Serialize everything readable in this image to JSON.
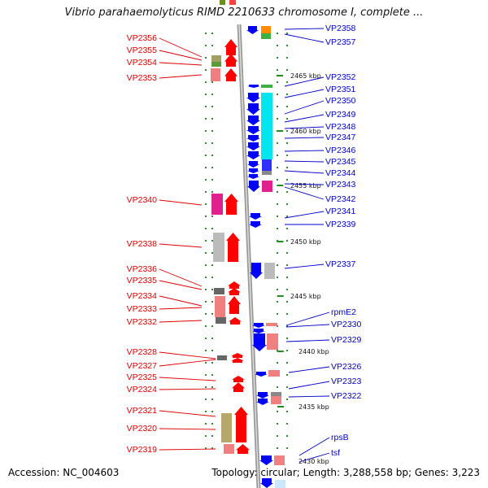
{
  "title": "Vibrio parahaemolyticus RIMD 2210633 chromosome I, complete ...",
  "footer": {
    "accession": "Accession: NC_004603",
    "summary": "Topology: circular; Length: 3,288,558 bp; Genes: 3,223"
  },
  "colors": {
    "forward_strand": "#ff0000",
    "reverse_strand": "#0000ff",
    "left_labels": "#e00000",
    "right_labels": "#0000cc",
    "backbone": "#888888",
    "tick_marks": "#228b22"
  },
  "scale_ticks": [
    "2465 kbp",
    "2460 kbp",
    "2455 kbp",
    "2450 kbp",
    "2445 kbp",
    "2440 kbp",
    "2435 kbp",
    "2430 kbp"
  ],
  "left_genes": [
    "VP2356",
    "VP2355",
    "VP2354",
    "VP2353",
    "VP2340",
    "VP2338",
    "VP2336",
    "VP2335",
    "VP2334",
    "VP2333",
    "VP2332",
    "VP2328",
    "VP2327",
    "VP2325",
    "VP2324",
    "VP2321",
    "VP2320",
    "VP2319"
  ],
  "right_genes": [
    "VP2358",
    "VP2357",
    "VP2352",
    "VP2351",
    "VP2350",
    "VP2349",
    "VP2348",
    "VP2347",
    "VP2346",
    "VP2345",
    "VP2344",
    "VP2343",
    "VP2342",
    "VP2341",
    "VP2339",
    "VP2337",
    "rpmE2",
    "VP2330",
    "VP2329",
    "VP2326",
    "VP2323",
    "VP2322",
    "rpsB",
    "tsf"
  ]
}
